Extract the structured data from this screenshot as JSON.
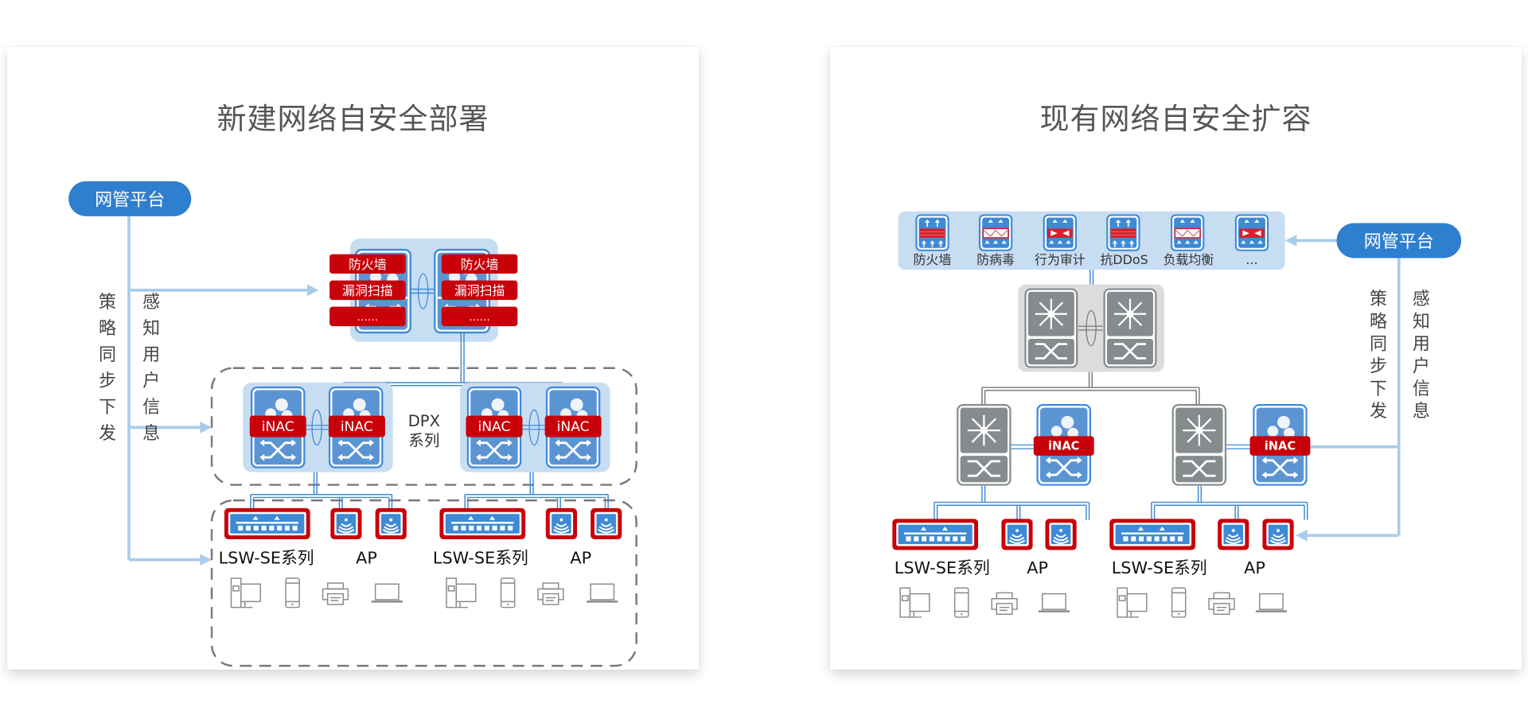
{
  "colors": {
    "accent_blue": "#2f7fcf",
    "device_blue": "#3d8ad6",
    "light_blue": "#c7ddf2",
    "link_blue": "#a8ccec",
    "red": "#c8000a",
    "gray_device": "#868b8e",
    "text_dark": "#333333",
    "title_gray": "#555555",
    "dash_gray": "#7d767f"
  },
  "left_panel": {
    "title": "新建网络自安全部署",
    "mgmt_platform": "网管平台",
    "policy_label": [
      "策",
      "略",
      "同",
      "步",
      "下",
      "发"
    ],
    "sense_label": [
      "感",
      "知",
      "用",
      "户",
      "信",
      "息"
    ],
    "security_tags": [
      "防火墙",
      "漏洞扫描",
      "……"
    ],
    "dpx_label_line1": "DPX",
    "dpx_label_line2": "系列",
    "inac_tag": "iNAC",
    "access_groups": [
      {
        "switch_label": "LSW-SE系列",
        "ap_label": "AP"
      },
      {
        "switch_label": "LSW-SE系列",
        "ap_label": "AP"
      }
    ],
    "endpoints": [
      "desktop-icon",
      "phone-icon",
      "printer-icon",
      "laptop-icon"
    ]
  },
  "right_panel": {
    "title": "现有网络自安全扩容",
    "mgmt_platform": "网管平台",
    "policy_label": [
      "策",
      "略",
      "同",
      "步",
      "下",
      "发"
    ],
    "sense_label": [
      "感",
      "知",
      "用",
      "户",
      "信",
      "息"
    ],
    "security_services": [
      {
        "label": "防火墙",
        "icon": "firewall-icon"
      },
      {
        "label": "防病毒",
        "icon": "antivirus-icon"
      },
      {
        "label": "行为审计",
        "icon": "audit-icon"
      },
      {
        "label": "抗DDoS",
        "icon": "anti-ddos-icon"
      },
      {
        "label": "负载均衡",
        "icon": "load-balance-icon"
      },
      {
        "label": "...",
        "icon": "more-icon"
      }
    ],
    "inac_tag": "iNAC",
    "access_groups": [
      {
        "switch_label": "LSW-SE系列",
        "ap_label": "AP"
      },
      {
        "switch_label": "LSW-SE系列",
        "ap_label": "AP"
      }
    ],
    "endpoints": [
      "desktop-icon",
      "phone-icon",
      "printer-icon",
      "laptop-icon"
    ]
  }
}
